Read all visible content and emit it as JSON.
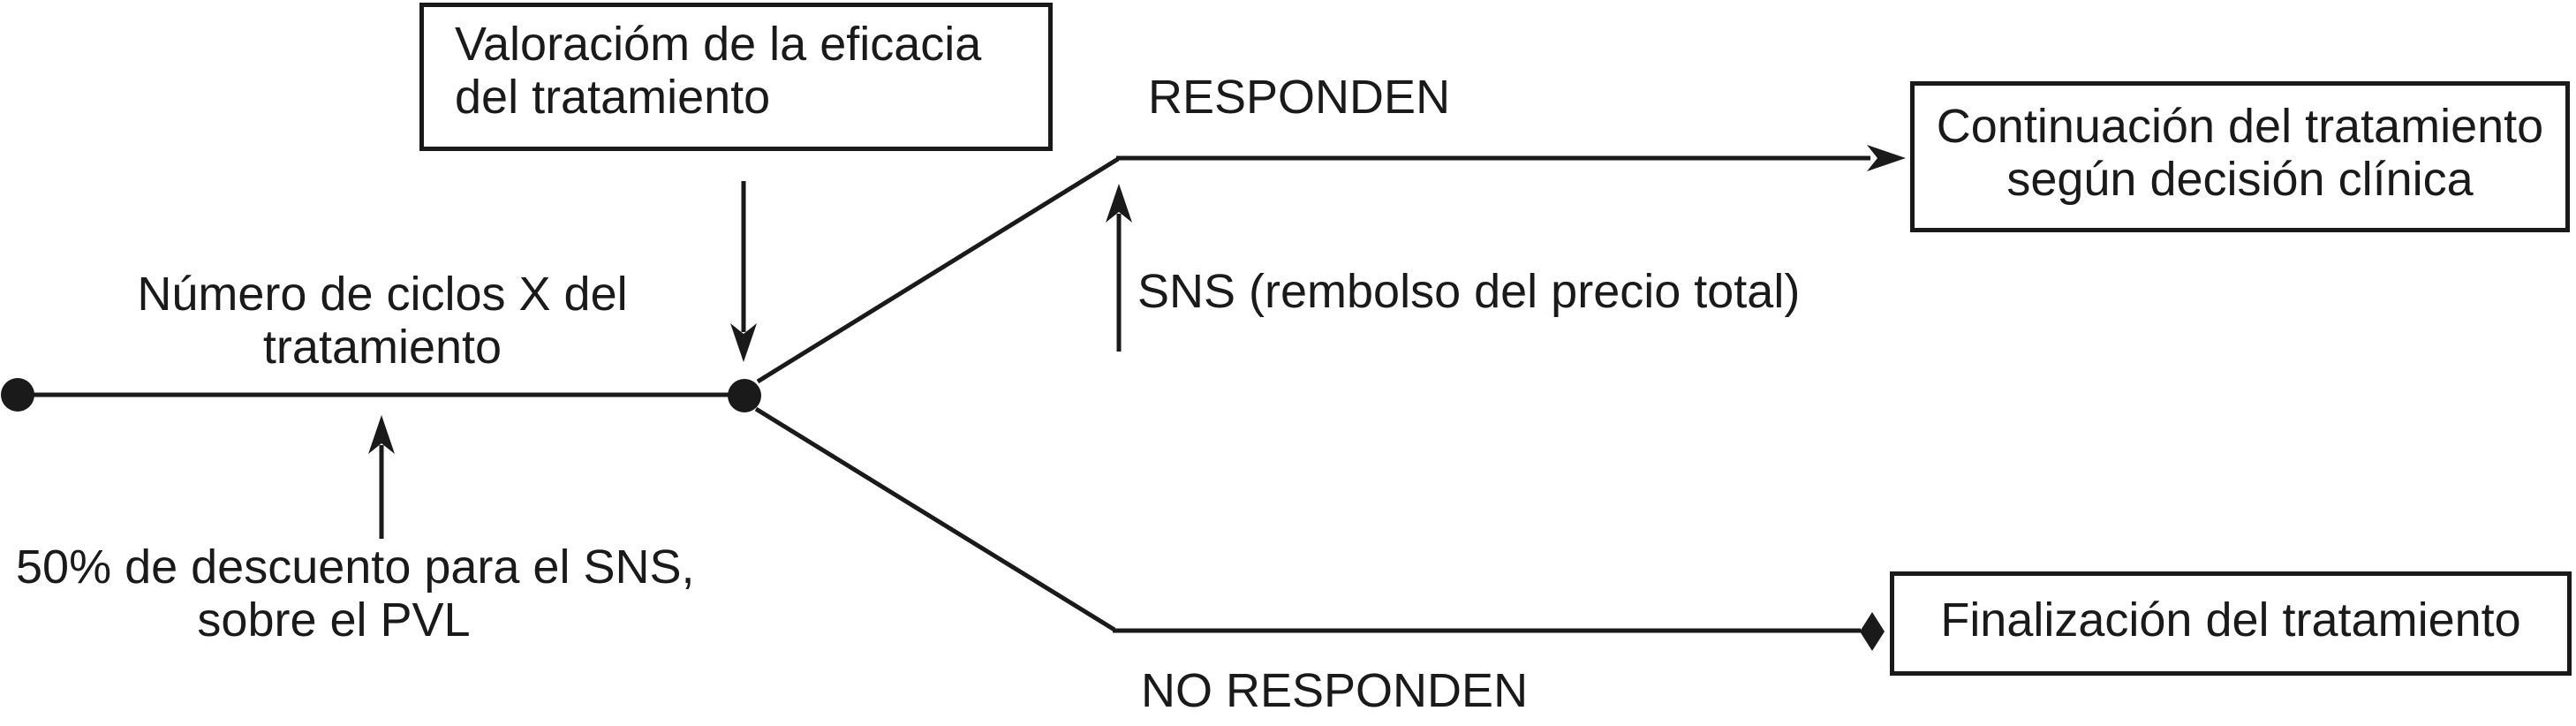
{
  "diagram": {
    "title_hint": "Esquema de acuerdo de riesgo compartido del tratamiento",
    "colors": {
      "background": "#ffffff",
      "ink": "#1a1a1a"
    },
    "boxes": {
      "valoracion": {
        "line1": "Valoracióm de la eficacia",
        "line2": "del tratamiento"
      },
      "continuacion": {
        "line1": "Continuación del tratamiento",
        "line2": "según decisión clínica"
      },
      "finalizacion": {
        "label": "Finalización del tratamiento"
      }
    },
    "labels": {
      "ciclos": {
        "line1": "Número de ciclos X del",
        "line2": "tratamiento"
      },
      "descuento": {
        "line1": "50% de descuento para el SNS,",
        "line2": "sobre el PVL"
      },
      "responden": "RESPONDEN",
      "no_responden": "NO RESPONDEN",
      "sns": "SNS (rembolso del precio total)"
    }
  }
}
